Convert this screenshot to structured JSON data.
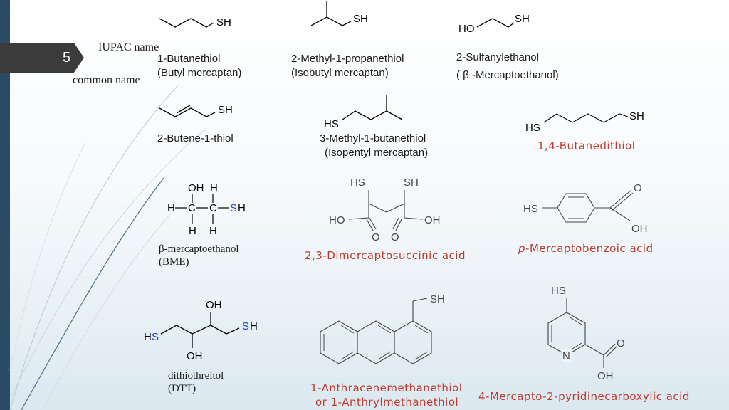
{
  "slide": {
    "number": "5"
  },
  "legend": {
    "iupac": "IUPAC name",
    "common": "common name"
  },
  "compounds": [
    {
      "iupac": "1-Butanethiol",
      "common": "(Butyl mercaptan)"
    },
    {
      "iupac": "2-Methyl-1-propanethiol",
      "common": "(Isobutyl mercaptan)"
    },
    {
      "iupac": "2-Sulfanylethanol",
      "common": "( β -Mercaptoethanol)"
    },
    {
      "iupac": "2-Butene-1-thiol"
    },
    {
      "iupac": "3-Methyl-1-butanethiol",
      "common": "(Isopentyl mercaptan)"
    },
    {
      "name": "1,4-Butanedithiol"
    },
    {
      "name": "β-mercaptoethanol",
      "abbr": "(BME)"
    },
    {
      "name": "2,3-Dimercaptosuccinic acid"
    },
    {
      "prefix": "p",
      "name": "-Mercaptobenzoic acid"
    },
    {
      "name": "dithiothreitol",
      "abbr": "(DTT)"
    },
    {
      "name": "1-Anthracenemethanethiol",
      "alt": "or 1-Anthrylmethanethiol"
    },
    {
      "name": "4-Mercapto-2-pyridinecarboxylic acid"
    }
  ],
  "atoms": {
    "SH": "SH",
    "HS": "HS",
    "HO": "HO",
    "OH": "OH",
    "H": "H",
    "C": "C",
    "S": "S",
    "O": "O",
    "N": "N"
  },
  "colors": {
    "sulfur_highlight": "#1f3fbf",
    "name_red": "#c0392b",
    "left_bar": "#2b4a63"
  }
}
